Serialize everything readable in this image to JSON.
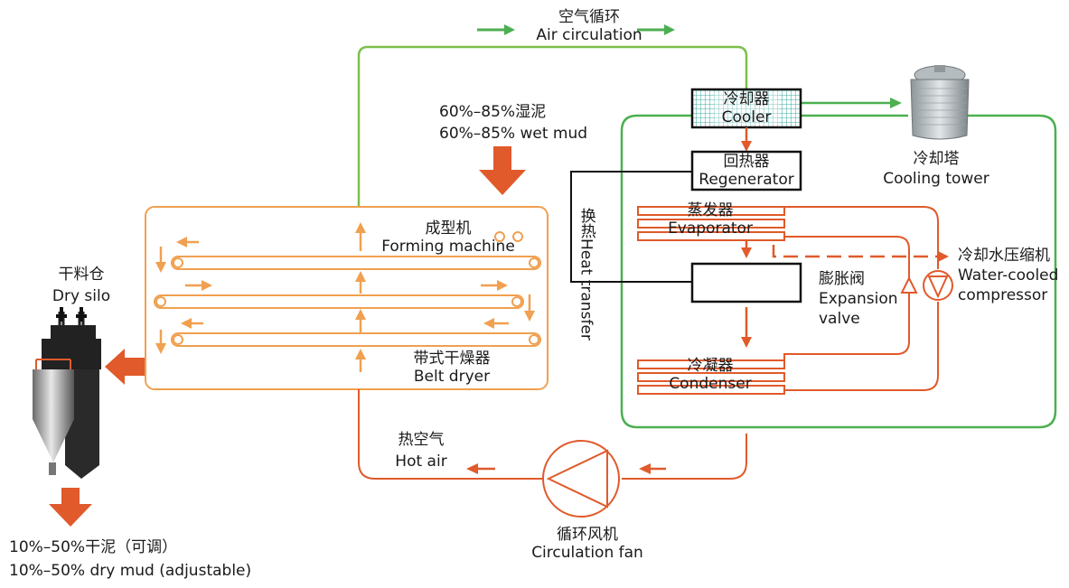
{
  "air_circulation": {
    "zh": "空气循环",
    "en": "Air circulation"
  },
  "wet_mud": {
    "zh": "60%–85%湿泥",
    "en": "60%–85% wet mud"
  },
  "forming_machine": {
    "zh": "成型机",
    "en": "Forming machine"
  },
  "belt_dryer": {
    "zh": "带式干燥器",
    "en": "Belt dryer"
  },
  "dry_silo": {
    "zh": "干料仓",
    "en": "Dry silo"
  },
  "dry_mud": {
    "zh": "10%–50%干泥（可调）",
    "en": "10%–50% dry mud (adjustable)"
  },
  "hot_air": {
    "zh": "热空气",
    "en": "Hot air"
  },
  "circulation_fan": {
    "zh": "循环风机",
    "en": "Circulation fan"
  },
  "cooler": {
    "zh": "冷却器",
    "en": "Cooler"
  },
  "cooling_tower": {
    "zh": "冷却塔",
    "en": "Cooling tower"
  },
  "regenerator": {
    "zh": "回热器",
    "en": "Regenerator"
  },
  "heat_transfer": {
    "zh": "换热",
    "en": "Heat transfer"
  },
  "evaporator": {
    "zh": "蒸发器",
    "en": "Evaporator"
  },
  "condenser": {
    "zh": "冷凝器",
    "en": "Condenser"
  },
  "expansion_valve": {
    "zh": "膨胀阀",
    "en": "Expansion valve"
  },
  "compressor": {
    "zh": "冷却水压缩机",
    "en": "Water-cooled compressor"
  },
  "colors": {
    "orange": "#f0a050",
    "red_orange": "#e05a2b",
    "green": "#4caf50",
    "olive_green": "#7cbf4a",
    "black": "#111111"
  }
}
